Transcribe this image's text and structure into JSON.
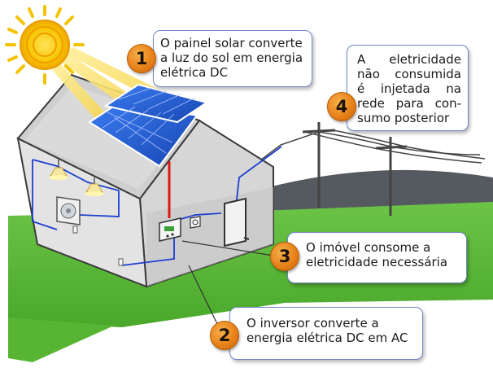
{
  "steps": [
    {
      "number": "1",
      "text": "O painel solar converte a luz do sol em energia elétrica DC"
    },
    {
      "number": "2",
      "text": "O inversor converte a energia elétrica DC em AC"
    },
    {
      "number": "3",
      "text": "O imóvel consome a eletricidade necessária"
    },
    {
      "number": "4",
      "text": "A eletricidade não consumida é injetada na rede para con-sumo posterior"
    }
  ],
  "colors": {
    "sun": "#f5c400",
    "panel": "#1f5ed6",
    "grass": "#5cb83a",
    "roof": "#c9c9c9",
    "wall": "#d9d9d9",
    "dc_wire": "#e01616",
    "ac_wire": "#1d3fd0",
    "badge": "#e8821a",
    "callout_border": "#6f88c9"
  },
  "icons": [
    "sun-icon",
    "solar-panel",
    "inverter",
    "meter",
    "distribution-panel",
    "ceiling-lamp",
    "air-conditioner",
    "utility-pole"
  ]
}
